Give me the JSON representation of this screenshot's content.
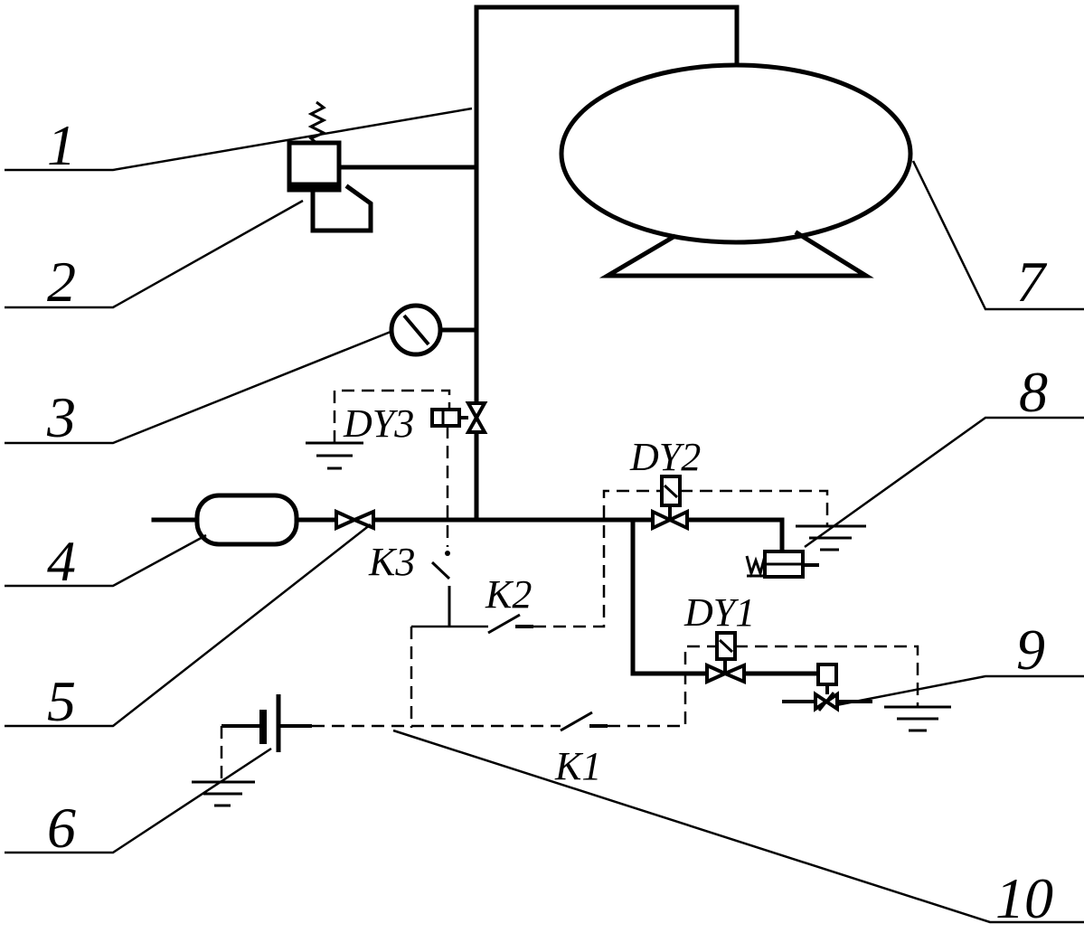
{
  "part_numbers": {
    "n1": "1",
    "n2": "2",
    "n3": "3",
    "n4": "4",
    "n5": "5",
    "n6": "6",
    "n7": "7",
    "n8": "8",
    "n9": "9",
    "n10": "10"
  },
  "solenoid_labels": {
    "dy1": "DY1",
    "dy2": "DY2",
    "dy3": "DY3"
  },
  "switch_labels": {
    "k1": "K1",
    "k2": "K2",
    "k3": "K3"
  },
  "colors": {
    "line": "#000000",
    "background": "#ffffff"
  }
}
